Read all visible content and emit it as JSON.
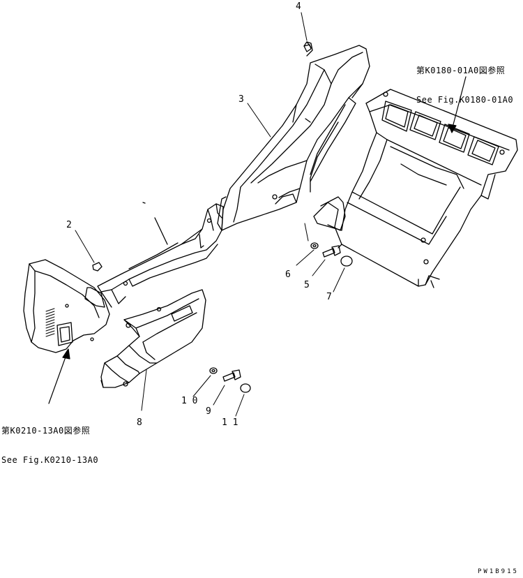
{
  "callouts": [
    {
      "id": "4",
      "text": "4"
    },
    {
      "id": "3",
      "text": "3"
    },
    {
      "id": "2",
      "text": "2"
    },
    {
      "id": "6",
      "text": "6"
    },
    {
      "id": "5",
      "text": "5"
    },
    {
      "id": "7",
      "text": "7"
    },
    {
      "id": "10",
      "text": "1 0"
    },
    {
      "id": "9",
      "text": "9"
    },
    {
      "id": "11",
      "text": "1 1"
    },
    {
      "id": "8",
      "text": "8"
    }
  ],
  "references": {
    "top_right": {
      "line1": "第K0180-01A0図参照",
      "line2": "See Fig.K0180-01A0"
    },
    "bottom_left": {
      "line1": "第K0210-13A0図参照",
      "line2": "See Fig.K0210-13A0"
    }
  },
  "drawing_code": "PW1B915"
}
